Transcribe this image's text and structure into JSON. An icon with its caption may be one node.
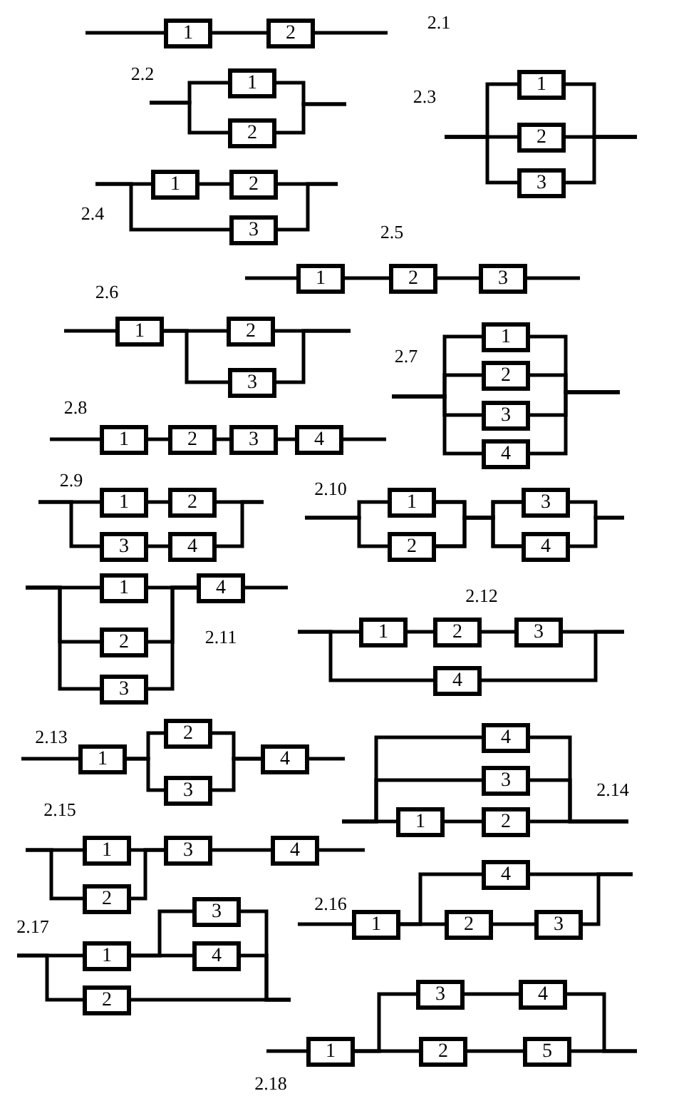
{
  "diagram": {
    "nodes": [
      {
        "text": [
          "1"
        ]
      },
      {
        "text": [
          "2"
        ]
      },
      {
        "text": [
          "1"
        ]
      },
      {
        "text": [
          "2"
        ]
      },
      {
        "text": [
          "1"
        ]
      },
      {
        "text": [
          "2"
        ]
      },
      {
        "text": [
          "3"
        ]
      },
      {
        "text": [
          "1"
        ]
      },
      {
        "text": [
          "2"
        ]
      },
      {
        "text": [
          "3"
        ]
      },
      {
        "text": [
          "1"
        ]
      },
      {
        "text": [
          "2"
        ]
      },
      {
        "text": [
          "3"
        ]
      },
      {
        "text": [
          "1"
        ]
      },
      {
        "text": [
          "2"
        ]
      },
      {
        "text": [
          "3"
        ]
      },
      {
        "text": [
          "1"
        ]
      },
      {
        "text": [
          "2"
        ]
      },
      {
        "text": [
          "3"
        ]
      },
      {
        "text": [
          "4"
        ]
      },
      {
        "text": [
          "1"
        ]
      },
      {
        "text": [
          "2"
        ]
      },
      {
        "text": [
          "3"
        ]
      },
      {
        "text": [
          "4"
        ]
      },
      {
        "text": [
          "1"
        ]
      },
      {
        "text": [
          "2"
        ]
      },
      {
        "text": [
          "3"
        ]
      },
      {
        "text": [
          "4"
        ]
      },
      {
        "text": [
          "1"
        ]
      },
      {
        "text": [
          "2"
        ]
      },
      {
        "text": [
          "3"
        ]
      },
      {
        "text": [
          "4"
        ]
      },
      {
        "text": [
          "1"
        ]
      },
      {
        "text": [
          "2"
        ]
      },
      {
        "text": [
          "3"
        ]
      },
      {
        "text": [
          "4"
        ]
      },
      {
        "text": [
          "1"
        ]
      },
      {
        "text": [
          "2"
        ]
      },
      {
        "text": [
          "3"
        ]
      },
      {
        "text": [
          "4"
        ]
      },
      {
        "text": [
          "1"
        ]
      },
      {
        "text": [
          "2"
        ]
      },
      {
        "text": [
          "3"
        ]
      },
      {
        "text": [
          "4"
        ]
      },
      {
        "text": [
          "4"
        ]
      },
      {
        "text": [
          "3"
        ]
      },
      {
        "text": [
          "1"
        ]
      },
      {
        "text": [
          "2"
        ]
      },
      {
        "text": [
          "1"
        ]
      },
      {
        "text": [
          "2"
        ]
      },
      {
        "text": [
          "3"
        ]
      },
      {
        "text": [
          "4"
        ]
      },
      {
        "text": [
          "1"
        ]
      },
      {
        "text": [
          "4"
        ]
      },
      {
        "text": [
          "2"
        ]
      },
      {
        "text": [
          "3"
        ]
      },
      {
        "text": [
          "3"
        ]
      },
      {
        "text": [
          "1"
        ]
      },
      {
        "text": [
          "4"
        ]
      },
      {
        "text": [
          "2"
        ]
      },
      {
        "text": [
          "3"
        ]
      },
      {
        "text": [
          "4"
        ]
      },
      {
        "text": [
          "1"
        ]
      },
      {
        "text": [
          "2"
        ]
      },
      {
        "text": [
          "5"
        ]
      }
    ],
    "edges": [
      {
        "from": null,
        "to": 0,
        "arrow": "none"
      },
      {
        "from": 0,
        "to": 1,
        "arrow": "none"
      },
      {
        "from": 1,
        "to": null,
        "arrow": "none"
      },
      {
        "from": null,
        "to": 2,
        "arrow": "none"
      },
      {
        "from": null,
        "to": 3,
        "arrow": "none"
      },
      {
        "from": 2,
        "to": null,
        "arrow": "none"
      },
      {
        "from": 3,
        "to": null,
        "arrow": "none"
      },
      {
        "from": null,
        "to": 4,
        "arrow": "none"
      },
      {
        "from": null,
        "to": 5,
        "arrow": "none"
      },
      {
        "from": null,
        "to": 6,
        "arrow": "none"
      },
      {
        "from": 4,
        "to": null,
        "arrow": "none"
      },
      {
        "from": 5,
        "to": null,
        "arrow": "none"
      },
      {
        "from": 6,
        "to": null,
        "arrow": "none"
      },
      {
        "from": null,
        "to": 7,
        "arrow": "none"
      },
      {
        "from": null,
        "to": 9,
        "arrow": "none"
      },
      {
        "from": 7,
        "to": 8,
        "arrow": "none"
      },
      {
        "from": 8,
        "to": null,
        "arrow": "none"
      },
      {
        "from": 9,
        "to": null,
        "arrow": "none"
      },
      {
        "from": null,
        "to": 10,
        "arrow": "none"
      },
      {
        "from": 10,
        "to": 11,
        "arrow": "none"
      },
      {
        "from": 11,
        "to": 12,
        "arrow": "none"
      },
      {
        "from": 12,
        "to": null,
        "arrow": "none"
      },
      {
        "from": null,
        "to": 13,
        "arrow": "none"
      },
      {
        "from": 13,
        "to": 14,
        "arrow": "none"
      },
      {
        "from": 13,
        "to": 15,
        "arrow": "none"
      },
      {
        "from": 14,
        "to": null,
        "arrow": "none"
      },
      {
        "from": 15,
        "to": null,
        "arrow": "none"
      },
      {
        "from": null,
        "to": 16,
        "arrow": "none"
      },
      {
        "from": null,
        "to": 17,
        "arrow": "none"
      },
      {
        "from": null,
        "to": 18,
        "arrow": "none"
      },
      {
        "from": null,
        "to": 19,
        "arrow": "none"
      },
      {
        "from": 16,
        "to": null,
        "arrow": "none"
      },
      {
        "from": 17,
        "to": null,
        "arrow": "none"
      },
      {
        "from": 18,
        "to": null,
        "arrow": "none"
      },
      {
        "from": 19,
        "to": null,
        "arrow": "none"
      },
      {
        "from": null,
        "to": 20,
        "arrow": "none"
      },
      {
        "from": 20,
        "to": 21,
        "arrow": "none"
      },
      {
        "from": 21,
        "to": 22,
        "arrow": "none"
      },
      {
        "from": 22,
        "to": 23,
        "arrow": "none"
      },
      {
        "from": 23,
        "to": null,
        "arrow": "none"
      },
      {
        "from": null,
        "to": 24,
        "arrow": "none"
      },
      {
        "from": null,
        "to": 26,
        "arrow": "none"
      },
      {
        "from": 24,
        "to": 25,
        "arrow": "none"
      },
      {
        "from": 26,
        "to": 27,
        "arrow": "none"
      },
      {
        "from": 25,
        "to": null,
        "arrow": "none"
      },
      {
        "from": 27,
        "to": null,
        "arrow": "none"
      },
      {
        "from": null,
        "to": 28,
        "arrow": "none"
      },
      {
        "from": null,
        "to": 29,
        "arrow": "none"
      },
      {
        "from": 28,
        "to": 30,
        "arrow": "none"
      },
      {
        "from": 28,
        "to": 31,
        "arrow": "none"
      },
      {
        "from": 29,
        "to": 30,
        "arrow": "none"
      },
      {
        "from": 29,
        "to": 31,
        "arrow": "none"
      },
      {
        "from": 30,
        "to": null,
        "arrow": "none"
      },
      {
        "from": 31,
        "to": null,
        "arrow": "none"
      },
      {
        "from": null,
        "to": 32,
        "arrow": "none"
      },
      {
        "from": null,
        "to": 33,
        "arrow": "none"
      },
      {
        "from": null,
        "to": 34,
        "arrow": "none"
      },
      {
        "from": 32,
        "to": 35,
        "arrow": "none"
      },
      {
        "from": 33,
        "to": 35,
        "arrow": "none"
      },
      {
        "from": 34,
        "to": 35,
        "arrow": "none"
      },
      {
        "from": 35,
        "to": null,
        "arrow": "none"
      },
      {
        "from": null,
        "to": 36,
        "arrow": "none"
      },
      {
        "from": null,
        "to": 39,
        "arrow": "none"
      },
      {
        "from": 36,
        "to": 37,
        "arrow": "none"
      },
      {
        "from": 37,
        "to": 38,
        "arrow": "none"
      },
      {
        "from": 38,
        "to": null,
        "arrow": "none"
      },
      {
        "from": 39,
        "to": null,
        "arrow": "none"
      },
      {
        "from": null,
        "to": 40,
        "arrow": "none"
      },
      {
        "from": 40,
        "to": 41,
        "arrow": "none"
      },
      {
        "from": 40,
        "to": 42,
        "arrow": "none"
      },
      {
        "from": 41,
        "to": 43,
        "arrow": "none"
      },
      {
        "from": 42,
        "to": 43,
        "arrow": "none"
      },
      {
        "from": 43,
        "to": null,
        "arrow": "none"
      },
      {
        "from": null,
        "to": 44,
        "arrow": "none"
      },
      {
        "from": null,
        "to": 45,
        "arrow": "none"
      },
      {
        "from": null,
        "to": 46,
        "arrow": "none"
      },
      {
        "from": 46,
        "to": 47,
        "arrow": "none"
      },
      {
        "from": 44,
        "to": null,
        "arrow": "none"
      },
      {
        "from": 45,
        "to": null,
        "arrow": "none"
      },
      {
        "from": 47,
        "to": null,
        "arrow": "none"
      },
      {
        "from": null,
        "to": 48,
        "arrow": "none"
      },
      {
        "from": null,
        "to": 49,
        "arrow": "none"
      },
      {
        "from": 48,
        "to": 50,
        "arrow": "none"
      },
      {
        "from": 49,
        "to": 50,
        "arrow": "none"
      },
      {
        "from": 50,
        "to": 51,
        "arrow": "none"
      },
      {
        "from": 51,
        "to": null,
        "arrow": "none"
      },
      {
        "from": null,
        "to": 52,
        "arrow": "none"
      },
      {
        "from": 52,
        "to": 53,
        "arrow": "none"
      },
      {
        "from": 52,
        "to": 54,
        "arrow": "none"
      },
      {
        "from": 54,
        "to": 55,
        "arrow": "none"
      },
      {
        "from": 53,
        "to": null,
        "arrow": "none"
      },
      {
        "from": 55,
        "to": null,
        "arrow": "none"
      },
      {
        "from": null,
        "to": 57,
        "arrow": "none"
      },
      {
        "from": null,
        "to": 59,
        "arrow": "none"
      },
      {
        "from": 57,
        "to": 56,
        "arrow": "none"
      },
      {
        "from": 57,
        "to": 58,
        "arrow": "none"
      },
      {
        "from": 56,
        "to": null,
        "arrow": "none"
      },
      {
        "from": 58,
        "to": null,
        "arrow": "none"
      },
      {
        "from": 59,
        "to": null,
        "arrow": "none"
      },
      {
        "from": null,
        "to": 62,
        "arrow": "none"
      },
      {
        "from": 62,
        "to": 60,
        "arrow": "none"
      },
      {
        "from": 62,
        "to": 63,
        "arrow": "none"
      },
      {
        "from": 60,
        "to": 61,
        "arrow": "none"
      },
      {
        "from": 63,
        "to": 64,
        "arrow": "none"
      },
      {
        "from": 61,
        "to": null,
        "arrow": "none"
      },
      {
        "from": 64,
        "to": null,
        "arrow": "none"
      }
    ],
    "labels": [
      "2.1",
      "2.2",
      "2.3",
      "2.4",
      "2.5",
      "2.6",
      "2.7",
      "2.8",
      "2.9",
      "2.10",
      "2.12",
      "2.11",
      "2.13",
      "2.14",
      "2.15",
      "2.16",
      "2.17",
      "2.18"
    ]
  }
}
